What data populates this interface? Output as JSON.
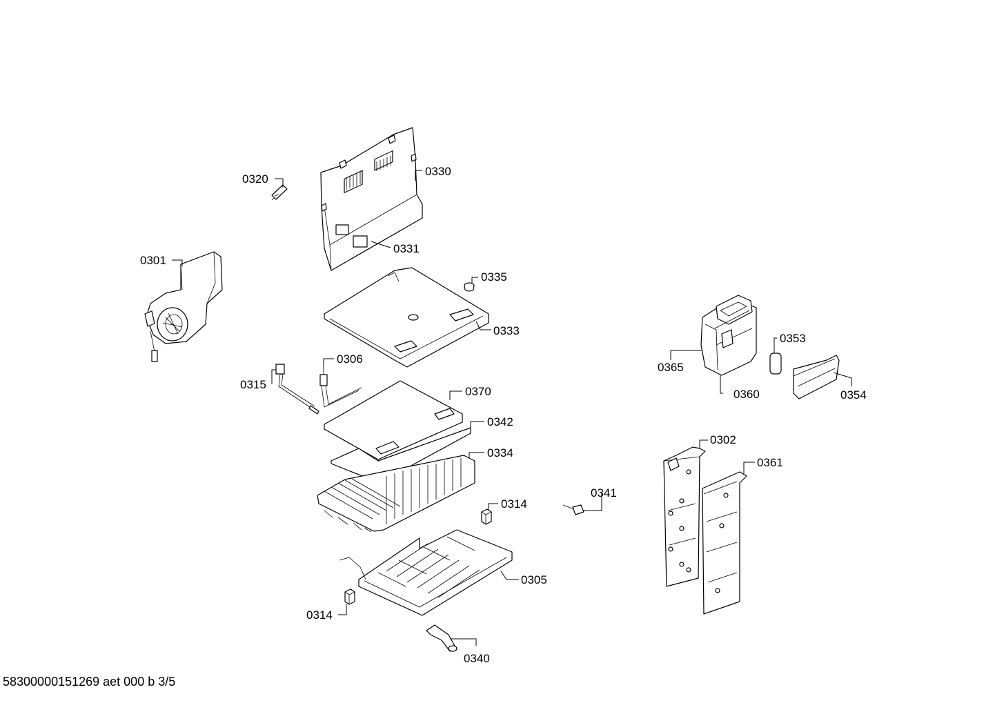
{
  "document_id": "58300000151269 aet 000 b 3/5",
  "parts": {
    "p0301": "0301",
    "p0302": "0302",
    "p0305": "0305",
    "p0306": "0306",
    "p0314a": "0314",
    "p0314b": "0314",
    "p0315": "0315",
    "p0320": "0320",
    "p0330": "0330",
    "p0331": "0331",
    "p0333": "0333",
    "p0334": "0334",
    "p0335": "0335",
    "p0340": "0340",
    "p0341": "0341",
    "p0342": "0342",
    "p0353": "0353",
    "p0354": "0354",
    "p0360": "0360",
    "p0361": "0361",
    "p0365": "0365",
    "p0370": "0370"
  }
}
